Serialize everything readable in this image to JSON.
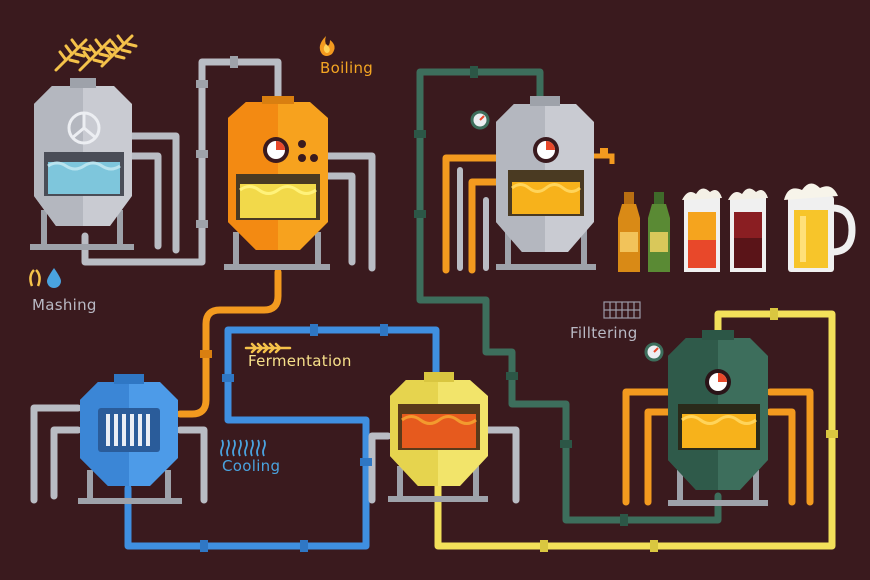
{
  "labels": {
    "boiling": "Boiling",
    "mashing": "Mashing",
    "fermentation": "Fermentation",
    "cooling": "Cooling",
    "filtering": "Filltering"
  },
  "colors": {
    "background": "#3a1a1e",
    "pipe_gray": "#b9bcc4",
    "pipe_orange": "#f39a1f",
    "pipe_blue": "#3f8fe0",
    "pipe_green": "#3d6e5c",
    "pipe_yellow": "#f2e05a",
    "label_orange": "#f5a623",
    "label_yellow": "#f7e08a",
    "label_blue": "#4aa3df",
    "label_gray": "#b9b9c4",
    "beer": "#f7b21b",
    "mash_water": "#7ec6dc"
  },
  "icons": {
    "boiling": "flame-icon",
    "mashing": "grain-drop-icon",
    "fermentation": "wheat-icon",
    "cooling": "wavy-lines-icon",
    "filtering": "filter-grid-icon",
    "wheat": "wheat-stalks-icon"
  }
}
